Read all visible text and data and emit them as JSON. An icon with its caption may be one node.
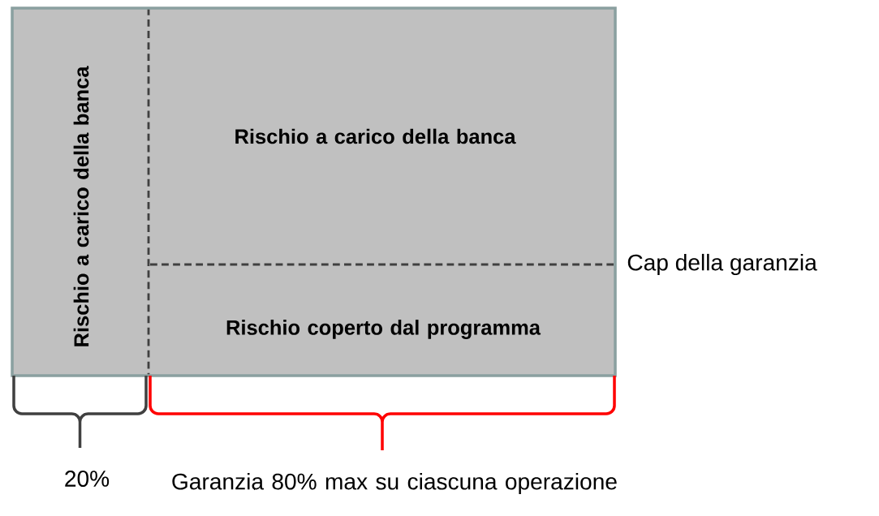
{
  "diagram": {
    "nodes": [
      {
        "text": [
          "Rischio a carico della banca"
        ]
      },
      {
        "text": [
          "Rischio a carico della banca"
        ]
      },
      {
        "text": [
          "Rischio coperto dal programma"
        ]
      }
    ],
    "labels": [
      "Cap della garanzia",
      "20%",
      "Garanzia 80% max su ciascuna operazione"
    ]
  }
}
